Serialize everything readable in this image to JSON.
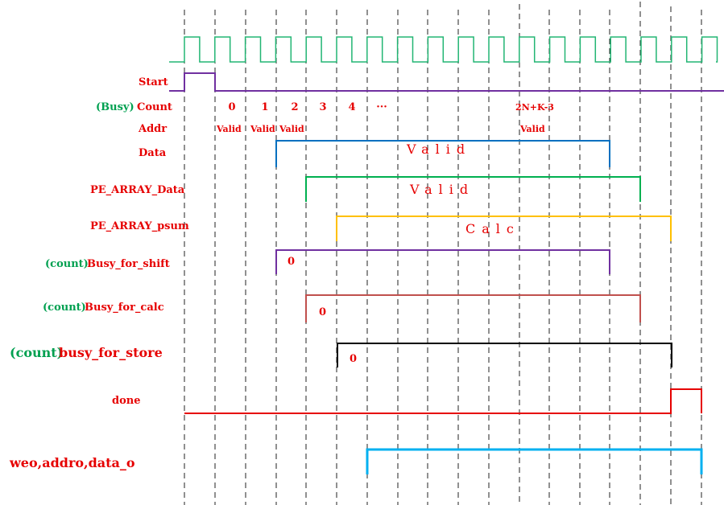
{
  "colors": {
    "clock": "#22b573",
    "start": "#7030a0",
    "data": "#0070c0",
    "pe_data": "#00b050",
    "pe_psum": "#ffc000",
    "shift": "#7030a0",
    "calc": "#c0504d",
    "store": "#000000",
    "done": "#e60000",
    "out": "#00b0f0",
    "label_red": "#e60000",
    "label_green": "#00a050",
    "gridline": "#222222"
  },
  "labels": {
    "start": "Start",
    "count_prefix": "(Busy)",
    "count": "Count",
    "addr": "Addr",
    "data": "Data",
    "pe_array_data": "PE_ARRAY_Data",
    "pe_array_psum": "PE_ARRAY_psum",
    "shift_prefix": "(count)",
    "shift": "Busy_for_shift",
    "calc_prefix": "(count)",
    "calc": "Busy_for_calc",
    "store_prefix": "(count)",
    "store": "busy_for_store",
    "done": "done",
    "out": "weo,addro,data_o"
  },
  "count_values": [
    "0",
    "1",
    "2",
    "3",
    "4",
    "···",
    "2N+K-3"
  ],
  "addr_values": [
    "Valid",
    "Valid",
    "Valid",
    "Valid"
  ],
  "bus_text": {
    "data": "Valid",
    "pe_data": "Valid",
    "pe_psum": "Calc",
    "shift_start": "0",
    "calc_start": "0",
    "store_start": "0"
  }
}
